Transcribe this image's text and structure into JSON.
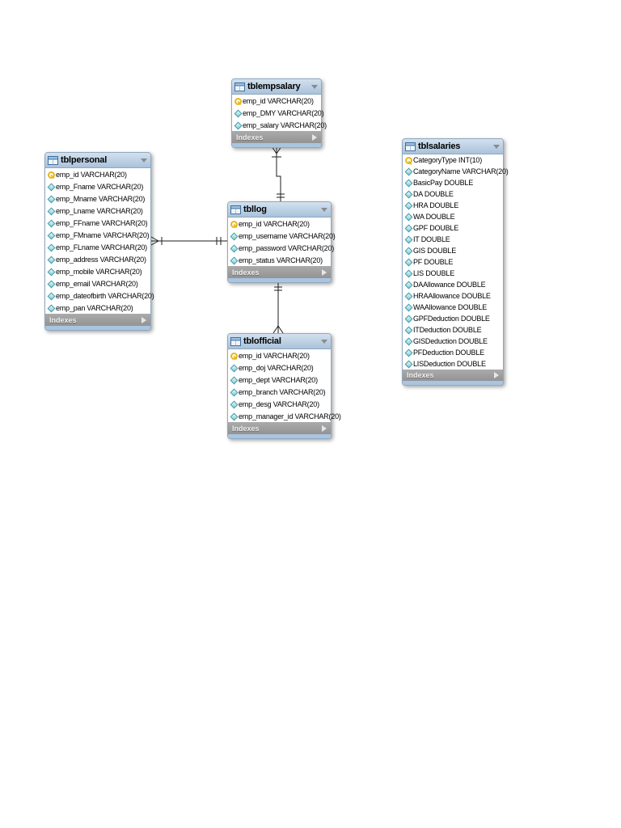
{
  "diagram": {
    "tables": [
      {
        "name": "tblempsalary",
        "footer": "Indexes",
        "columns": [
          {
            "label": "emp_id VARCHAR(20)",
            "icon": "key"
          },
          {
            "label": "emp_DMY VARCHAR(20)",
            "icon": "diamond"
          },
          {
            "label": "emp_salary VARCHAR(20)",
            "icon": "diamond"
          }
        ]
      },
      {
        "name": "tblpersonal",
        "footer": "Indexes",
        "columns": [
          {
            "label": "emp_id VARCHAR(20)",
            "icon": "key"
          },
          {
            "label": "emp_Fname VARCHAR(20)",
            "icon": "diamond"
          },
          {
            "label": "emp_Mname VARCHAR(20)",
            "icon": "diamond"
          },
          {
            "label": "emp_Lname VARCHAR(20)",
            "icon": "diamond"
          },
          {
            "label": "emp_FFname VARCHAR(20)",
            "icon": "diamond"
          },
          {
            "label": "emp_FMname VARCHAR(20)",
            "icon": "diamond"
          },
          {
            "label": "emp_FLname VARCHAR(20)",
            "icon": "diamond"
          },
          {
            "label": "emp_address VARCHAR(20)",
            "icon": "diamond"
          },
          {
            "label": "emp_mobile VARCHAR(20)",
            "icon": "diamond"
          },
          {
            "label": "emp_email VARCHAR(20)",
            "icon": "diamond"
          },
          {
            "label": "emp_dateofbirth VARCHAR(20)",
            "icon": "diamond"
          },
          {
            "label": "emp_pan VARCHAR(20)",
            "icon": "diamond"
          }
        ]
      },
      {
        "name": "tbllog",
        "footer": "Indexes",
        "columns": [
          {
            "label": "emp_id VARCHAR(20)",
            "icon": "key"
          },
          {
            "label": "emp_username VARCHAR(20)",
            "icon": "diamond"
          },
          {
            "label": "emp_password VARCHAR(20)",
            "icon": "diamond"
          },
          {
            "label": "emp_status VARCHAR(20)",
            "icon": "diamond"
          }
        ]
      },
      {
        "name": "tblofficial",
        "footer": "Indexes",
        "columns": [
          {
            "label": "emp_id VARCHAR(20)",
            "icon": "key"
          },
          {
            "label": "emp_doj VARCHAR(20)",
            "icon": "diamond"
          },
          {
            "label": "emp_dept VARCHAR(20)",
            "icon": "diamond"
          },
          {
            "label": "emp_branch VARCHAR(20)",
            "icon": "diamond"
          },
          {
            "label": "emp_desg VARCHAR(20)",
            "icon": "diamond"
          },
          {
            "label": "emp_manager_id VARCHAR(20)",
            "icon": "diamond"
          }
        ]
      },
      {
        "name": "tblsalaries",
        "footer": "Indexes",
        "columns": [
          {
            "label": "CategoryType INT(10)",
            "icon": "key"
          },
          {
            "label": "CategoryName VARCHAR(20)",
            "icon": "diamond"
          },
          {
            "label": "BasicPay DOUBLE",
            "icon": "diamond"
          },
          {
            "label": "DA DOUBLE",
            "icon": "diamond"
          },
          {
            "label": "HRA DOUBLE",
            "icon": "diamond"
          },
          {
            "label": "WA DOUBLE",
            "icon": "diamond"
          },
          {
            "label": "GPF DOUBLE",
            "icon": "diamond"
          },
          {
            "label": "IT DOUBLE",
            "icon": "diamond"
          },
          {
            "label": "GIS DOUBLE",
            "icon": "diamond"
          },
          {
            "label": "PF DOUBLE",
            "icon": "diamond"
          },
          {
            "label": "LIS DOUBLE",
            "icon": "diamond"
          },
          {
            "label": "DAAllowance DOUBLE",
            "icon": "diamond"
          },
          {
            "label": "HRAAllowance DOUBLE",
            "icon": "diamond"
          },
          {
            "label": "WAAllowance DOUBLE",
            "icon": "diamond"
          },
          {
            "label": "GPFDeduction DOUBLE",
            "icon": "diamond"
          },
          {
            "label": "ITDeduction DOUBLE",
            "icon": "diamond"
          },
          {
            "label": "GISDeduction DOUBLE",
            "icon": "diamond"
          },
          {
            "label": "PFDeduction DOUBLE",
            "icon": "diamond"
          },
          {
            "label": "LISDeduction DOUBLE",
            "icon": "diamond"
          }
        ]
      }
    ],
    "relationships": [
      {
        "from": "tblempsalary",
        "to": "tbllog",
        "from_cardinality": "many",
        "to_cardinality": "one"
      },
      {
        "from": "tblpersonal",
        "to": "tbllog",
        "from_cardinality": "many",
        "to_cardinality": "one"
      },
      {
        "from": "tblofficial",
        "to": "tbllog",
        "from_cardinality": "many",
        "to_cardinality": "one"
      }
    ],
    "colors": {
      "header_blue": "#a9c2da",
      "indexes_gray": "#9b9b9b",
      "bottom_strip_blue": "#a9c5e0",
      "key_yellow": "#e5b821",
      "diamond_teal": "#3f98a5"
    }
  }
}
